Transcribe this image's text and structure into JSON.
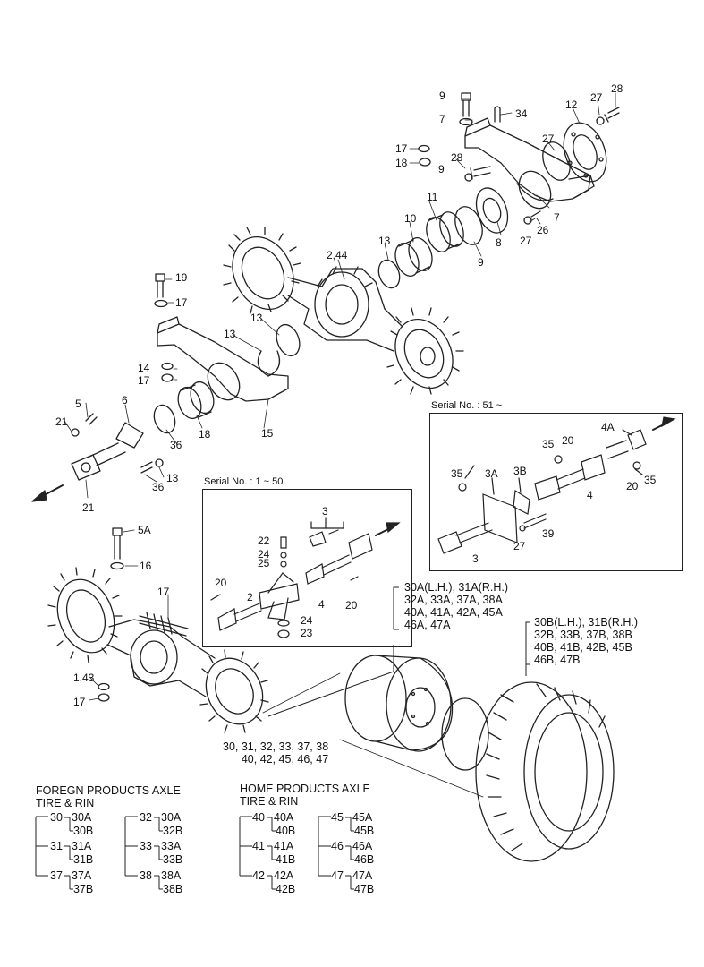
{
  "diagram": {
    "callouts": [
      "9",
      "34",
      "7",
      "12",
      "27",
      "28",
      "17",
      "18",
      "28",
      "27",
      "9",
      "11",
      "10",
      "13",
      "8",
      "26",
      "27",
      "7",
      "9",
      "2,44",
      "13",
      "19",
      "17",
      "13",
      "14",
      "17",
      "18",
      "15",
      "6",
      "5",
      "21",
      "36",
      "13",
      "36",
      "21",
      "5A",
      "16",
      "17",
      "1,43",
      "17",
      "18"
    ],
    "serial_box_1": {
      "label": "Serial No. : 1 ~ 50",
      "callouts": [
        "3",
        "22",
        "24",
        "25",
        "20",
        "2",
        "4",
        "20",
        "24",
        "23"
      ]
    },
    "serial_box_2": {
      "label": "Serial No. : 51 ~",
      "callouts": [
        "4A",
        "35",
        "20",
        "35",
        "3A",
        "3B",
        "20",
        "35",
        "4",
        "39",
        "27",
        "3"
      ]
    },
    "tire_block_a": [
      "30A(L.H.), 31A(R.H.)",
      "32A, 33A, 37A, 38A",
      "40A, 41A, 42A, 45A",
      "46A, 47A"
    ],
    "tire_block_b": [
      "30B(L.H.), 31B(R.H.)",
      "32B, 33B, 37B, 38B",
      "40B, 41B, 42B, 45B",
      "46B, 47B"
    ],
    "tire_block_main": [
      "30, 31, 32, 33, 37, 38",
      "40, 42, 45, 46, 47"
    ],
    "legend_foreign": {
      "title": [
        "FOREGN PRODUCTS AXLE",
        "TIRE & RIN"
      ],
      "groups": [
        {
          "id": "30",
          "subs": [
            "30A",
            "30B"
          ]
        },
        {
          "id": "31",
          "subs": [
            "31A",
            "31B"
          ]
        },
        {
          "id": "37",
          "subs": [
            "37A",
            "37B"
          ]
        },
        {
          "id": "32",
          "subs": [
            "30A",
            "32B"
          ]
        },
        {
          "id": "33",
          "subs": [
            "33A",
            "33B"
          ]
        },
        {
          "id": "38",
          "subs": [
            "38A",
            "38B"
          ]
        }
      ]
    },
    "legend_home": {
      "title": [
        "HOME PRODUCTS AXLE",
        "TIRE & RIN"
      ],
      "groups": [
        {
          "id": "40",
          "subs": [
            "40A",
            "40B"
          ]
        },
        {
          "id": "41",
          "subs": [
            "41A",
            "41B"
          ]
        },
        {
          "id": "42",
          "subs": [
            "42A",
            "42B"
          ]
        },
        {
          "id": "45",
          "subs": [
            "45A",
            "45B"
          ]
        },
        {
          "id": "46",
          "subs": [
            "46A",
            "46B"
          ]
        },
        {
          "id": "47",
          "subs": [
            "47A",
            "47B"
          ]
        }
      ]
    }
  }
}
